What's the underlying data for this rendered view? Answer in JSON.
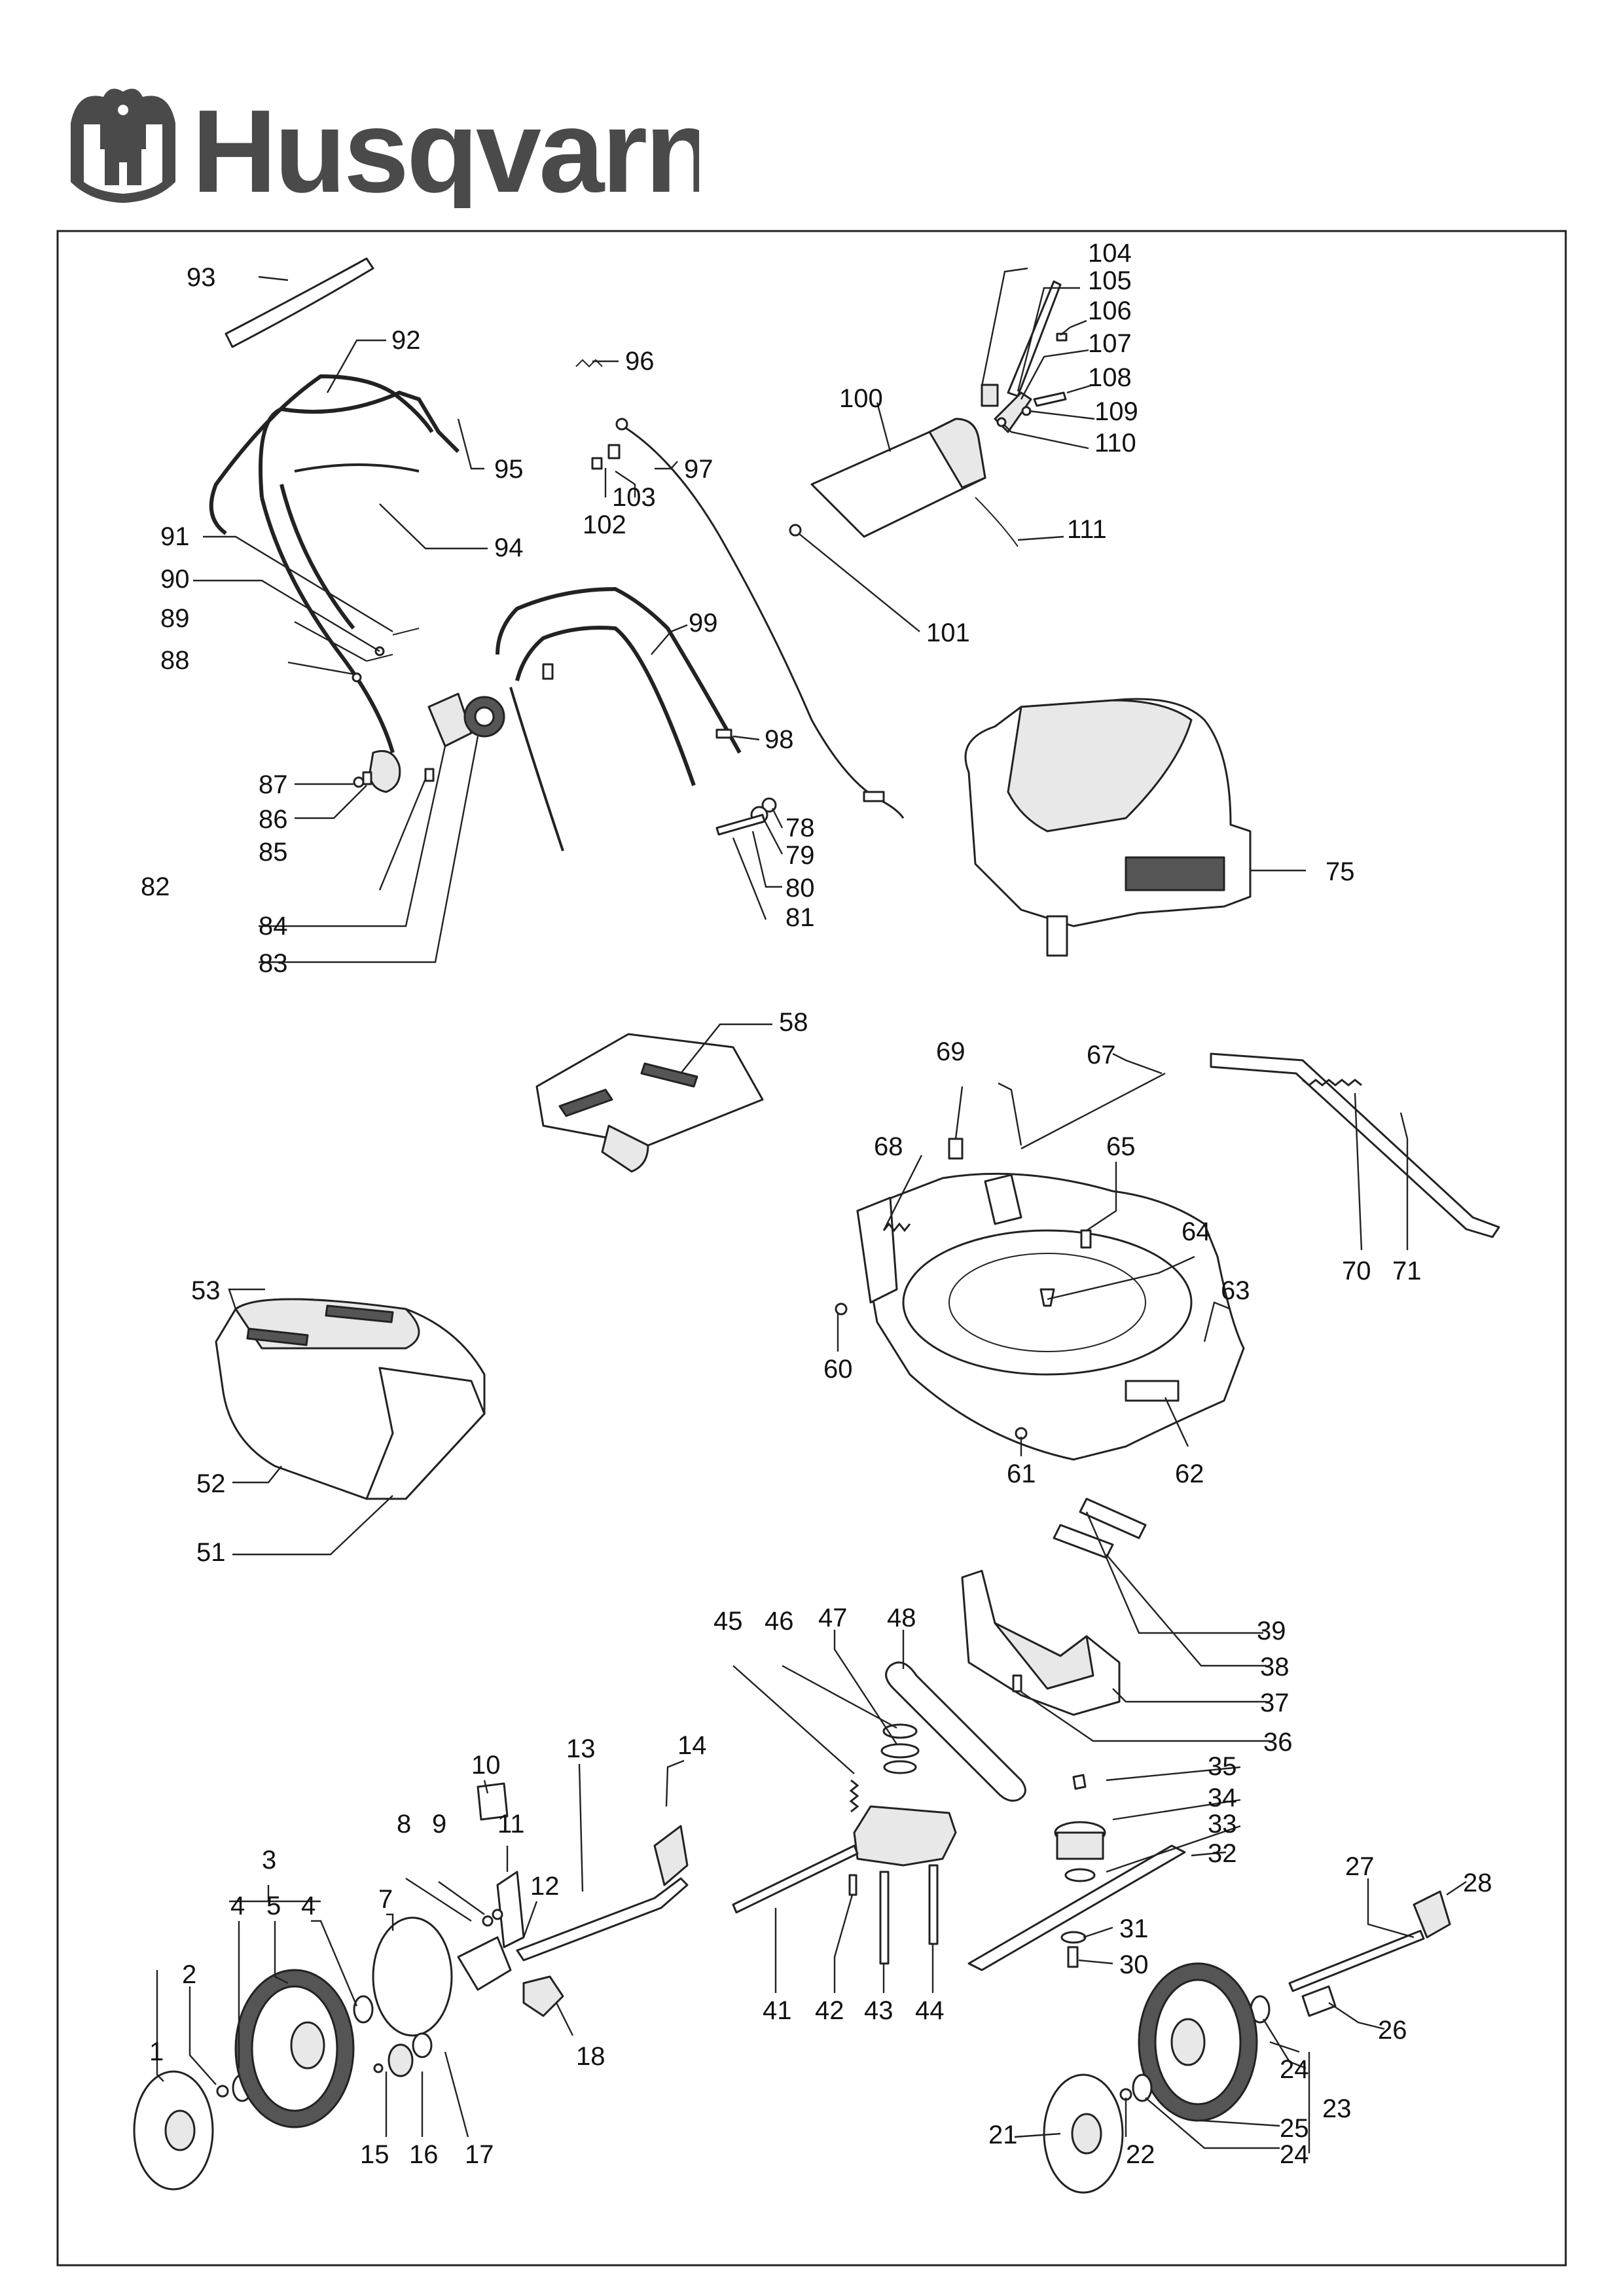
{
  "brand": {
    "name": "Husqvarna",
    "logo_icon": "crowned-h-logo-icon"
  },
  "colors": {
    "ink": "#222222",
    "paper": "#ffffff",
    "logo": "#4a4a4a"
  },
  "callouts": [
    {
      "id": "c1",
      "label": "1"
    },
    {
      "id": "c2",
      "label": "2"
    },
    {
      "id": "c3",
      "label": "3"
    },
    {
      "id": "c4a",
      "label": "4"
    },
    {
      "id": "c5",
      "label": "5"
    },
    {
      "id": "c4b",
      "label": "4"
    },
    {
      "id": "c7",
      "label": "7"
    },
    {
      "id": "c8",
      "label": "8"
    },
    {
      "id": "c9",
      "label": "9"
    },
    {
      "id": "c10",
      "label": "10"
    },
    {
      "id": "c11",
      "label": "11"
    },
    {
      "id": "c12",
      "label": "12"
    },
    {
      "id": "c13",
      "label": "13"
    },
    {
      "id": "c14",
      "label": "14"
    },
    {
      "id": "c15",
      "label": "15"
    },
    {
      "id": "c16",
      "label": "16"
    },
    {
      "id": "c17",
      "label": "17"
    },
    {
      "id": "c18",
      "label": "18"
    },
    {
      "id": "c21",
      "label": "21"
    },
    {
      "id": "c22",
      "label": "22"
    },
    {
      "id": "c23",
      "label": "23"
    },
    {
      "id": "c24a",
      "label": "24"
    },
    {
      "id": "c24b",
      "label": "24"
    },
    {
      "id": "c25",
      "label": "25"
    },
    {
      "id": "c26",
      "label": "26"
    },
    {
      "id": "c27",
      "label": "27"
    },
    {
      "id": "c28",
      "label": "28"
    },
    {
      "id": "c30",
      "label": "30"
    },
    {
      "id": "c31",
      "label": "31"
    },
    {
      "id": "c32",
      "label": "32"
    },
    {
      "id": "c33",
      "label": "33"
    },
    {
      "id": "c34",
      "label": "34"
    },
    {
      "id": "c35",
      "label": "35"
    },
    {
      "id": "c36",
      "label": "36"
    },
    {
      "id": "c37",
      "label": "37"
    },
    {
      "id": "c38",
      "label": "38"
    },
    {
      "id": "c39",
      "label": "39"
    },
    {
      "id": "c41",
      "label": "41"
    },
    {
      "id": "c42",
      "label": "42"
    },
    {
      "id": "c43",
      "label": "43"
    },
    {
      "id": "c44",
      "label": "44"
    },
    {
      "id": "c45",
      "label": "45"
    },
    {
      "id": "c46",
      "label": "46"
    },
    {
      "id": "c47",
      "label": "47"
    },
    {
      "id": "c48",
      "label": "48"
    },
    {
      "id": "c51",
      "label": "51"
    },
    {
      "id": "c52",
      "label": "52"
    },
    {
      "id": "c53",
      "label": "53"
    },
    {
      "id": "c58",
      "label": "58"
    },
    {
      "id": "c60",
      "label": "60"
    },
    {
      "id": "c61",
      "label": "61"
    },
    {
      "id": "c62",
      "label": "62"
    },
    {
      "id": "c63",
      "label": "63"
    },
    {
      "id": "c64",
      "label": "64"
    },
    {
      "id": "c65",
      "label": "65"
    },
    {
      "id": "c67",
      "label": "67"
    },
    {
      "id": "c68",
      "label": "68"
    },
    {
      "id": "c69",
      "label": "69"
    },
    {
      "id": "c70",
      "label": "70"
    },
    {
      "id": "c71",
      "label": "71"
    },
    {
      "id": "c75",
      "label": "75"
    },
    {
      "id": "c78",
      "label": "78"
    },
    {
      "id": "c79",
      "label": "79"
    },
    {
      "id": "c80",
      "label": "80"
    },
    {
      "id": "c81",
      "label": "81"
    },
    {
      "id": "c82",
      "label": "82"
    },
    {
      "id": "c83",
      "label": "83"
    },
    {
      "id": "c84",
      "label": "84"
    },
    {
      "id": "c85",
      "label": "85"
    },
    {
      "id": "c86",
      "label": "86"
    },
    {
      "id": "c87",
      "label": "87"
    },
    {
      "id": "c88",
      "label": "88"
    },
    {
      "id": "c89",
      "label": "89"
    },
    {
      "id": "c90",
      "label": "90"
    },
    {
      "id": "c91",
      "label": "91"
    },
    {
      "id": "c92",
      "label": "92"
    },
    {
      "id": "c93",
      "label": "93"
    },
    {
      "id": "c94",
      "label": "94"
    },
    {
      "id": "c95",
      "label": "95"
    },
    {
      "id": "c96",
      "label": "96"
    },
    {
      "id": "c97",
      "label": "97"
    },
    {
      "id": "c98",
      "label": "98"
    },
    {
      "id": "c99",
      "label": "99"
    },
    {
      "id": "c100",
      "label": "100"
    },
    {
      "id": "c101",
      "label": "101"
    },
    {
      "id": "c102",
      "label": "102"
    },
    {
      "id": "c103",
      "label": "103"
    },
    {
      "id": "c104",
      "label": "104"
    },
    {
      "id": "c105",
      "label": "105"
    },
    {
      "id": "c106",
      "label": "106"
    },
    {
      "id": "c107",
      "label": "107"
    },
    {
      "id": "c108",
      "label": "108"
    },
    {
      "id": "c109",
      "label": "109"
    },
    {
      "id": "c110",
      "label": "110"
    },
    {
      "id": "c111",
      "label": "111"
    }
  ]
}
